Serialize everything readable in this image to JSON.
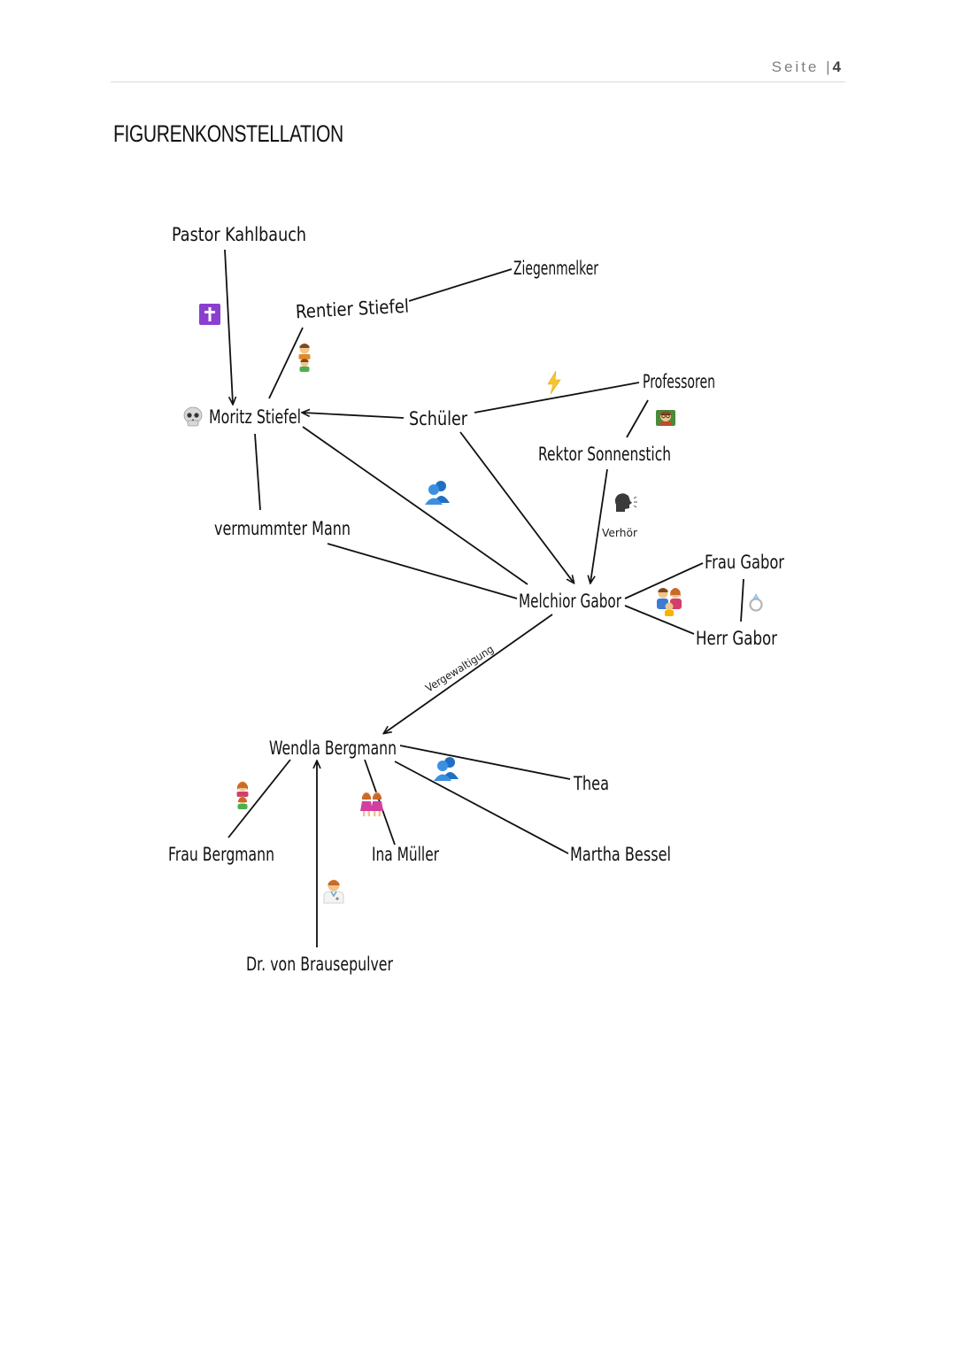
{
  "header": {
    "page_word": "Seite",
    "page_sep": "|",
    "page_num": "4"
  },
  "title": "FIGURENKONSTELLATION",
  "nodes": {
    "kahlbauch": "Pastor Kahlbauch",
    "rentier": "Rentier Stiefel",
    "ziegenmelker": "Ziegenmelker",
    "moritz": "Moritz Stiefel",
    "schueler": "Schüler",
    "professoren": "Professoren",
    "sonnenstich": "Rektor Sonnenstich",
    "vermummter": "vermummter Mann",
    "melchior": "Melchior Gabor",
    "frau_gabor": "Frau Gabor",
    "herr_gabor": "Herr Gabor",
    "wendla": "Wendla Bergmann",
    "thea": "Thea",
    "frau_bergmann": "Frau Bergmann",
    "ina": "Ina Müller",
    "martha": "Martha Bessel",
    "brausepulver": "Dr. von Brausepulver"
  },
  "edge_labels": {
    "verhoer": "Verhör",
    "vergewaltigung": "Vergewaltigung"
  },
  "icons": {
    "cross": "cross-icon",
    "skull": "skull-icon",
    "father_son": "father-son-icon",
    "lightning": "lightning-icon",
    "teacher": "teacher-icon",
    "friends": "friends-silhouette-icon",
    "speaking": "speaking-head-icon",
    "family": "family-icon",
    "ring": "ring-icon",
    "mother_daughter": "mother-daughter-icon",
    "sisters": "two-girls-icon",
    "doctor": "doctor-icon"
  },
  "colors": {
    "cross_bg": "#8a3fcf",
    "lightning": "#f7c531",
    "friends": "#2b7fd6",
    "ink": "#111111"
  }
}
